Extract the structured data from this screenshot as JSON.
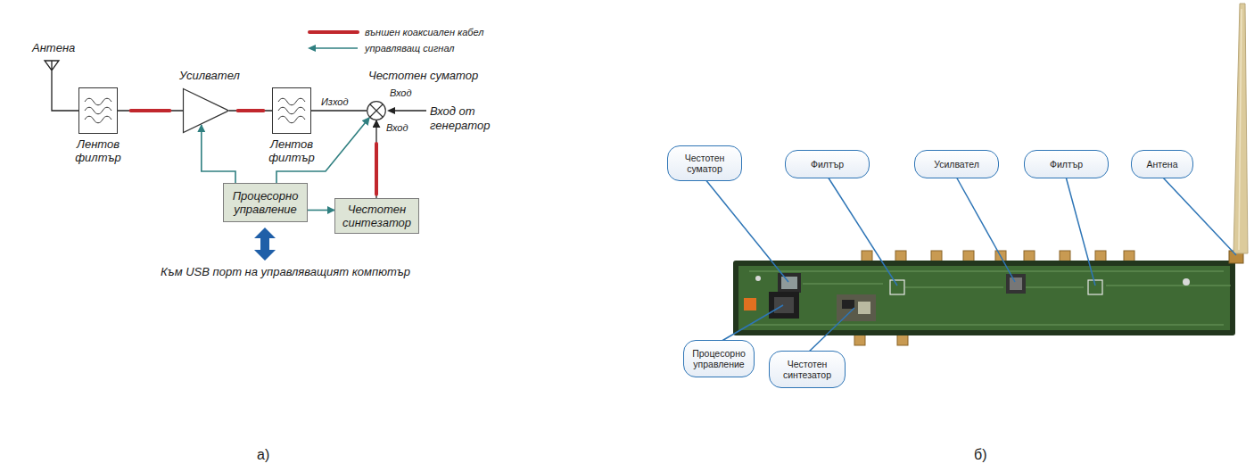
{
  "diagram": {
    "nodes": [
      {
        "text": [
          "Антена"
        ]
      },
      {
        "text": [
          "Лентов филтър"
        ]
      },
      {
        "text": [
          "Усилвател"
        ]
      },
      {
        "text": [
          "Лентов филтър"
        ]
      },
      {
        "text": [
          "Честотен суматор"
        ]
      },
      {
        "text": [
          "Процесорно управление"
        ]
      },
      {
        "text": [
          "Честотен синтезатор"
        ]
      },
      {
        "text": [
          "Честотен суматор"
        ]
      },
      {
        "text": [
          "Филтър"
        ]
      },
      {
        "text": [
          "Усилвател"
        ]
      },
      {
        "text": [
          "Филтър"
        ]
      },
      {
        "text": [
          "Антена"
        ]
      },
      {
        "text": [
          "Процесорно управление"
        ]
      },
      {
        "text": [
          "Честотен синтезатор"
        ]
      }
    ],
    "edges": [
      {
        "from": 0,
        "to": 1,
        "arrow": "none"
      },
      {
        "from": 1,
        "to": 2,
        "arrow": "none"
      },
      {
        "from": 2,
        "to": 3,
        "arrow": "none"
      },
      {
        "from": 3,
        "to": 4,
        "arrow": "none"
      },
      {
        "from": 5,
        "to": 2,
        "arrow": "to"
      },
      {
        "from": 5,
        "to": 4,
        "arrow": "to"
      },
      {
        "from": 5,
        "to": 6,
        "arrow": "to"
      },
      {
        "from": 6,
        "to": 4,
        "arrow": "to"
      }
    ],
    "labels": [
      "Изход",
      "Вход",
      "Вход",
      "Вход от генератор",
      "Към USB порт на управляващият компютър",
      "а)",
      "б)"
    ],
    "legend": [
      {
        "text": "външен коаксиален кабел"
      },
      {
        "text": "управляващ сигнал"
      }
    ]
  }
}
